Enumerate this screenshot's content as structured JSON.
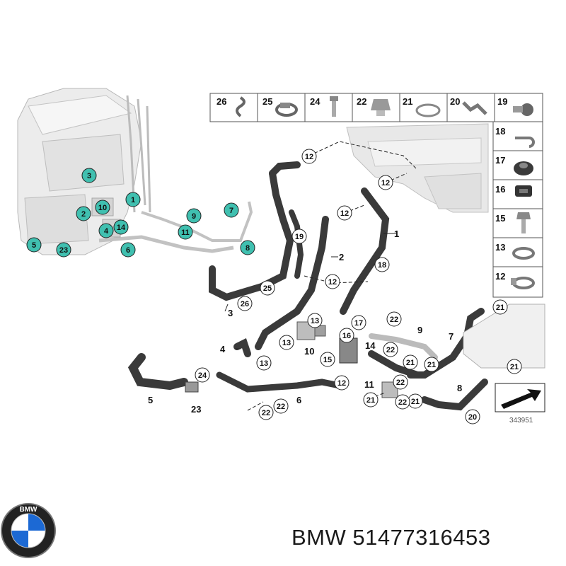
{
  "legend": {
    "top_row": [
      "26",
      "25",
      "24",
      "22",
      "21",
      "20",
      "19"
    ],
    "right_column": [
      "18",
      "17",
      "16",
      "15",
      "13",
      "12"
    ]
  },
  "callouts_circled": [
    "12",
    "12",
    "12",
    "12",
    "19",
    "18",
    "25",
    "26",
    "13",
    "13",
    "13",
    "17",
    "16",
    "15",
    "22",
    "22",
    "21",
    "22",
    "21",
    "21",
    "21",
    "22",
    "22",
    "22",
    "24",
    "21",
    "21",
    "20",
    "12"
  ],
  "callouts_plain": [
    "1",
    "2",
    "3",
    "4",
    "5",
    "6",
    "7",
    "8",
    "9",
    "10",
    "11",
    "14",
    "23"
  ],
  "engine_callouts": [
    "3",
    "1",
    "2",
    "10",
    "4",
    "14",
    "5",
    "23",
    "6",
    "9",
    "7",
    "11",
    "8"
  ],
  "reference_number": "343951",
  "footer": {
    "title": "BMW 51477316453",
    "logo_text": "BMW"
  },
  "colors": {
    "engine_callout": "#40c0b0",
    "hose": "#3a3a3a",
    "line": "#222222"
  }
}
